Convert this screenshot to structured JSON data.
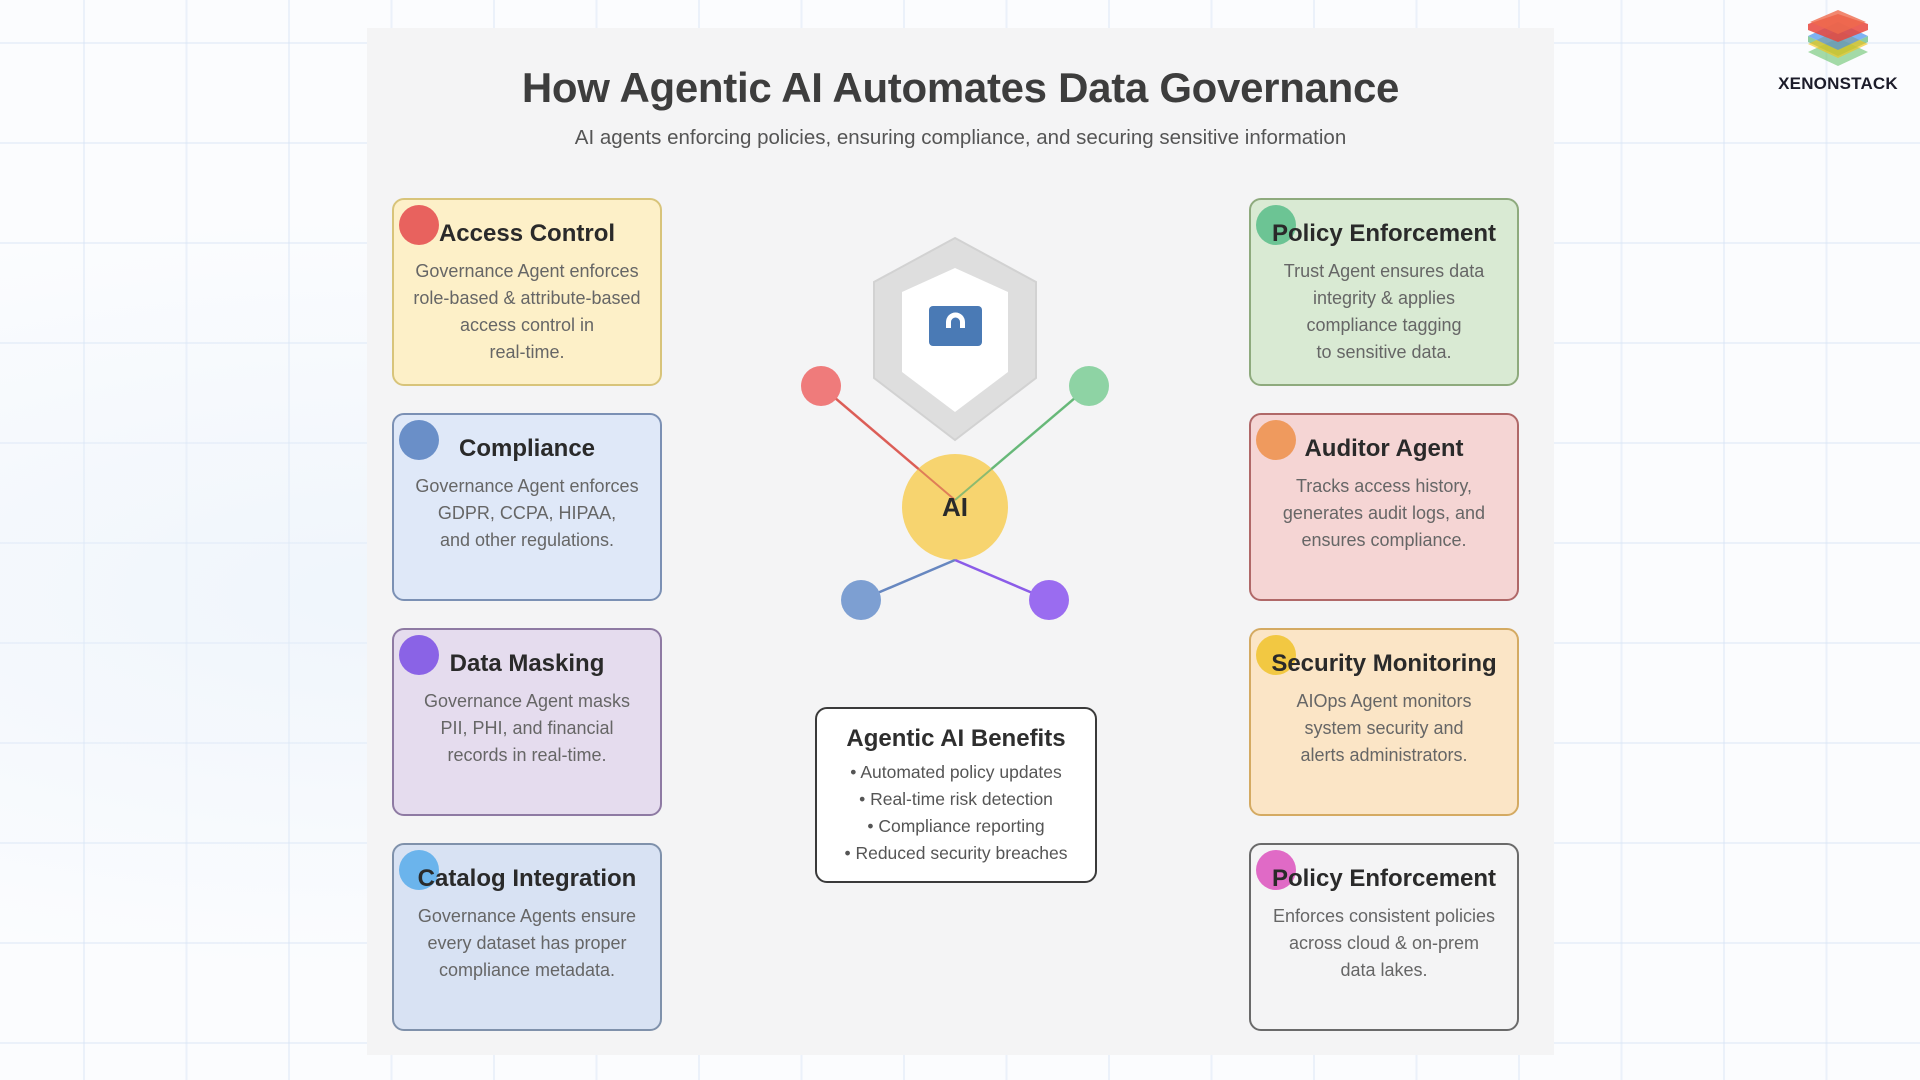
{
  "header": {
    "title": "How Agentic AI Automates Data Governance",
    "subtitle": "AI agents enforcing policies, ensuring compliance, and securing sensitive information"
  },
  "brand": {
    "name": "XENONSTACK",
    "logo_icon": "stacked-layers-icon",
    "logo_colors": [
      "#e8453c",
      "#3b8beb",
      "#f5c518",
      "#34a853"
    ]
  },
  "left_cards": [
    {
      "title": "Access Control",
      "description": "Governance Agent enforces\nrole-based & attribute-based\naccess control in\nreal-time.",
      "dot_color": "#e8625e",
      "bg_color": "#fdf0c8",
      "border_color": "#d8c47a"
    },
    {
      "title": "Compliance",
      "description": "Governance Agent enforces\nGDPR, CCPA, HIPAA,\nand other regulations.",
      "dot_color": "#6a8fc8",
      "bg_color": "#dfe8f8",
      "border_color": "#7b90b4"
    },
    {
      "title": "Data Masking",
      "description": "Governance Agent masks\nPII, PHI, and financial\nrecords in real-time.",
      "dot_color": "#8a63e6",
      "bg_color": "#e5dcee",
      "border_color": "#8e7aa3"
    },
    {
      "title": "Catalog Integration",
      "description": "Governance Agents ensure\nevery dataset has proper\ncompliance metadata.",
      "dot_color": "#6bb4ec",
      "bg_color": "#d8e2f3",
      "border_color": "#7f91ab"
    }
  ],
  "right_cards": [
    {
      "title": "Policy Enforcement",
      "description": "Trust Agent ensures data\nintegrity & applies\ncompliance tagging\nto sensitive data.",
      "dot_color": "#6cc494",
      "bg_color": "#d9ead3",
      "border_color": "#8eaa7d"
    },
    {
      "title": "Auditor Agent",
      "description": "Tracks access history,\ngenerates audit logs, and\nensures compliance.",
      "dot_color": "#ef9a5e",
      "bg_color": "#f5d5d4",
      "border_color": "#b06868"
    },
    {
      "title": "Security Monitoring",
      "description": "AIOps Agent monitors\nsystem security and\nalerts administrators.",
      "dot_color": "#f2c842",
      "bg_color": "#fbe5c6",
      "border_color": "#d4aa62"
    },
    {
      "title": "Policy Enforcement",
      "description": "Enforces consistent policies\nacross cloud & on-prem\ndata lakes.",
      "dot_color": "#e06ac6",
      "bg_color": "#f4f4f5",
      "border_color": "#6a6a6a"
    }
  ],
  "center": {
    "hub_label": "AI",
    "hub_color": "#f7d46f",
    "shield_icon": "shield-icon",
    "lock_icon": "lock-icon",
    "lock_color": "#4a7ab5",
    "nodes": [
      {
        "name": "red-node",
        "color": "#ef7b7b"
      },
      {
        "name": "green-node",
        "color": "#8ed3a4"
      },
      {
        "name": "blue-node",
        "color": "#7d9fd2"
      },
      {
        "name": "purple-node",
        "color": "#9a6cf0"
      }
    ]
  },
  "benefits": {
    "title": "Agentic AI Benefits",
    "items": [
      "• Automated policy updates",
      "• Real-time risk detection",
      "• Compliance reporting",
      "• Reduced security breaches"
    ]
  }
}
